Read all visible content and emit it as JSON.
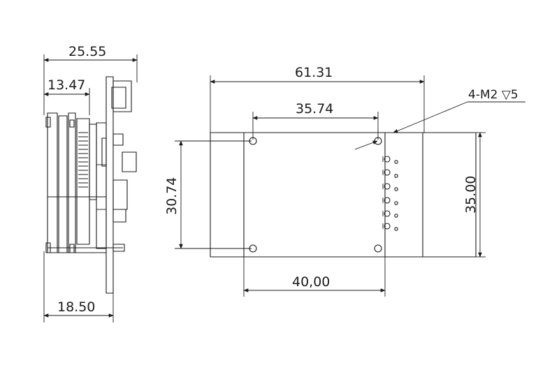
{
  "dimensions": {
    "side_total_width": "25.55",
    "side_partial_width": "13.47",
    "side_bottom_width": "18.50",
    "board_total_width": "61.31",
    "hole_spacing_top": "35.74",
    "hole_spacing_bottom": "40,00",
    "hole_spacing_vertical": "30.74",
    "board_height": "35.00",
    "mounting_hole_note": "4-M2 ▽5"
  },
  "colors": {
    "line": "#1a1a1a",
    "background": "#ffffff"
  }
}
